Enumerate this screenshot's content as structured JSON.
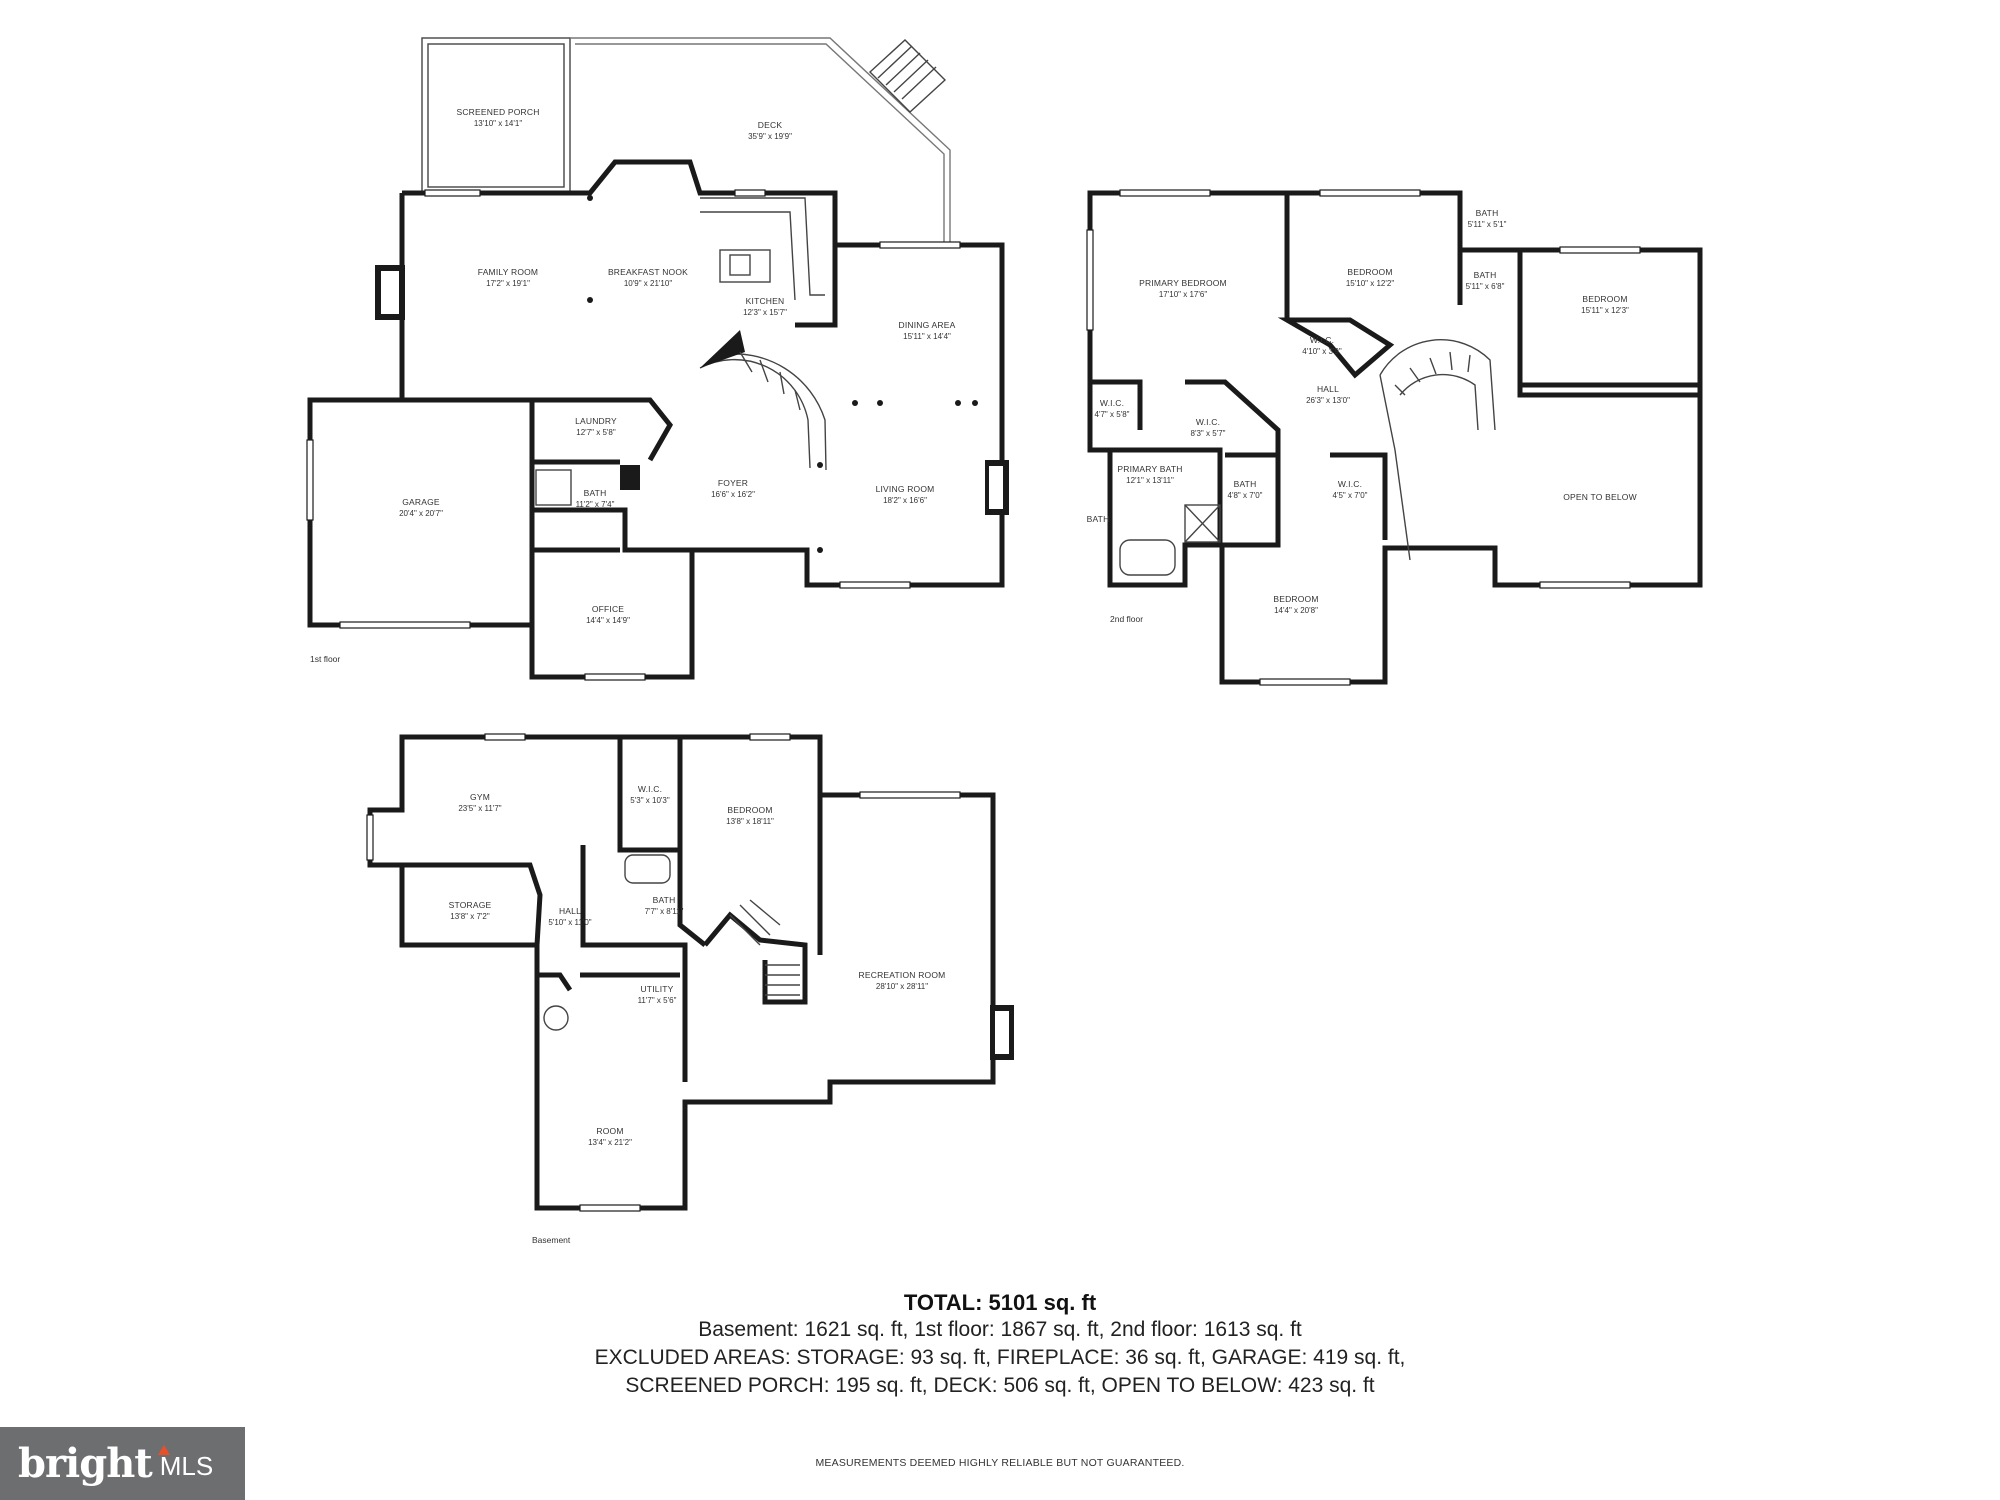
{
  "floors": {
    "first": {
      "label": "1st floor",
      "rooms": [
        {
          "name": "SCREENED PORCH",
          "dim": "13'10\" x 14'1\""
        },
        {
          "name": "DECK",
          "dim": "35'9\" x 19'9\""
        },
        {
          "name": "FAMILY ROOM",
          "dim": "17'2\" x 19'1\""
        },
        {
          "name": "BREAKFAST NOOK",
          "dim": "10'9\" x 21'10\""
        },
        {
          "name": "KITCHEN",
          "dim": "12'3\" x 15'7\""
        },
        {
          "name": "DINING AREA",
          "dim": "15'11\" x 14'4\""
        },
        {
          "name": "LAUNDRY",
          "dim": "12'7\" x 5'8\""
        },
        {
          "name": "GARAGE",
          "dim": "20'4\" x 20'7\""
        },
        {
          "name": "FOYER",
          "dim": "16'6\" x 16'2\""
        },
        {
          "name": "BATH",
          "dim": "11'2\" x 7'4\""
        },
        {
          "name": "LIVING ROOM",
          "dim": "18'2\" x 16'6\""
        },
        {
          "name": "OFFICE",
          "dim": "14'4\" x 14'9\""
        }
      ]
    },
    "second": {
      "label": "2nd floor",
      "rooms": [
        {
          "name": "PRIMARY BEDROOM",
          "dim": "17'10\" x 17'6\""
        },
        {
          "name": "BEDROOM",
          "dim": "15'10\" x 12'2\""
        },
        {
          "name": "BATH",
          "dim": "5'11\" x 5'1\""
        },
        {
          "name": "BATH",
          "dim": "5'11\" x 6'8\""
        },
        {
          "name": "BEDROOM",
          "dim": "15'11\" x 12'3\""
        },
        {
          "name": "W.I.C.",
          "dim": "4'10\" x 3'9\""
        },
        {
          "name": "HALL",
          "dim": "26'3\" x 13'0\""
        },
        {
          "name": "W.I.C.",
          "dim": "4'7\" x 5'8\""
        },
        {
          "name": "W.I.C.",
          "dim": "8'3\" x 5'7\""
        },
        {
          "name": "PRIMARY BATH",
          "dim": "12'1\" x 13'11\""
        },
        {
          "name": "BATH",
          "dim": "4'8\" x 7'0\""
        },
        {
          "name": "W.I.C.",
          "dim": "4'5\" x 7'0\""
        },
        {
          "name": "OPEN TO BELOW",
          "dim": ""
        },
        {
          "name": "BATH",
          "dim": ""
        },
        {
          "name": "BEDROOM",
          "dim": "14'4\" x 20'8\""
        }
      ]
    },
    "basement": {
      "label": "Basement",
      "rooms": [
        {
          "name": "GYM",
          "dim": "23'5\" x 11'7\""
        },
        {
          "name": "W.I.C.",
          "dim": "5'3\" x 10'3\""
        },
        {
          "name": "BEDROOM",
          "dim": "13'8\" x 18'11\""
        },
        {
          "name": "STORAGE",
          "dim": "13'8\" x 7'2\""
        },
        {
          "name": "HALL",
          "dim": "5'10\" x 11'0\""
        },
        {
          "name": "BATH",
          "dim": "7'7\" x 8'11\""
        },
        {
          "name": "RECREATION ROOM",
          "dim": "28'10\" x 28'11\""
        },
        {
          "name": "UTILITY",
          "dim": "11'7\" x 5'6\""
        },
        {
          "name": "ROOM",
          "dim": "13'4\" x 21'2\""
        }
      ]
    }
  },
  "summary": {
    "total": "TOTAL: 5101 sq. ft",
    "line1": "Basement: 1621 sq. ft, 1st floor: 1867 sq. ft, 2nd floor: 1613 sq. ft",
    "line2": "EXCLUDED AREAS: STORAGE: 93 sq. ft, FIREPLACE: 36 sq. ft, GARAGE: 419 sq. ft,",
    "line3": "SCREENED PORCH: 195 sq. ft, DECK: 506 sq. ft, OPEN TO BELOW: 423 sq. ft"
  },
  "disclaimer": "MEASUREMENTS DEEMED HIGHLY RELIABLE BUT NOT GUARANTEED.",
  "brand": {
    "name": "bright",
    "suffix": "MLS",
    "accent": "#e8502a",
    "background": "#6d6e70"
  }
}
